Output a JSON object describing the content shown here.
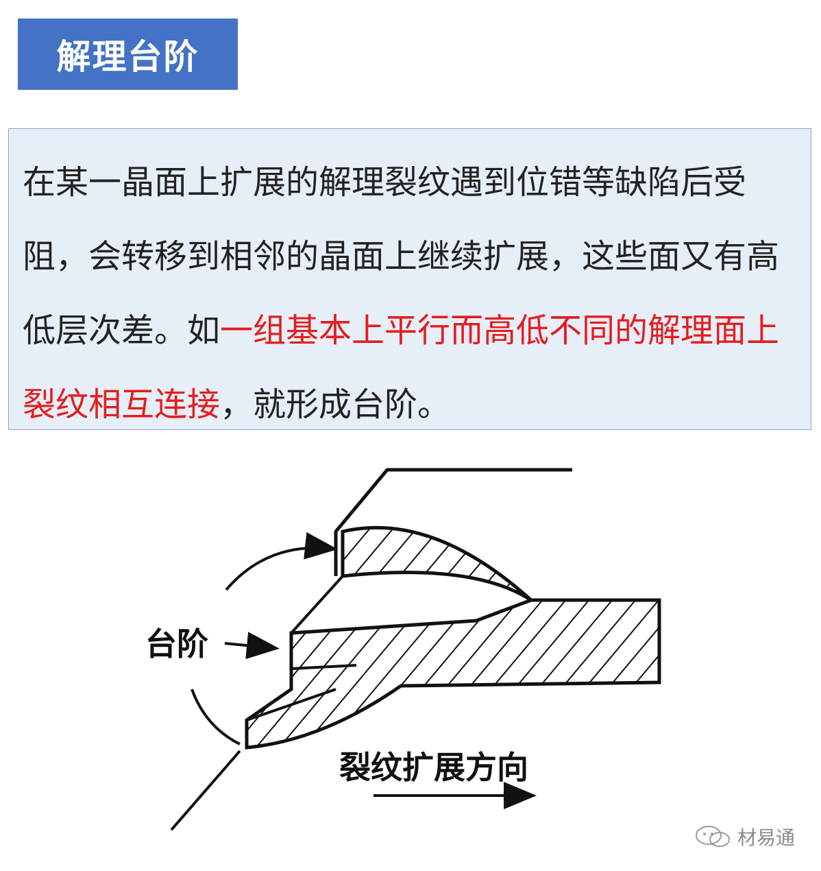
{
  "title": "解理台阶",
  "description": {
    "part1": "在某一晶面上扩展的解理裂纹遇到位错等缺陷后受阻，会转移到相邻的晶面上继续扩展，这些面又有高低层次差。如",
    "highlight": "一组基本上平行而高低不同的解理面上裂纹相互连接",
    "part2": "，就形成台阶。"
  },
  "figure": {
    "step_label": "台阶",
    "direction_label": "裂纹扩展方向"
  },
  "watermark": {
    "text": "材易通",
    "icon": "wechat-logo-icon"
  },
  "colors": {
    "title_bg": "#4472c4",
    "box_bg": "#e6eef8",
    "highlight": "#e41d1d"
  }
}
